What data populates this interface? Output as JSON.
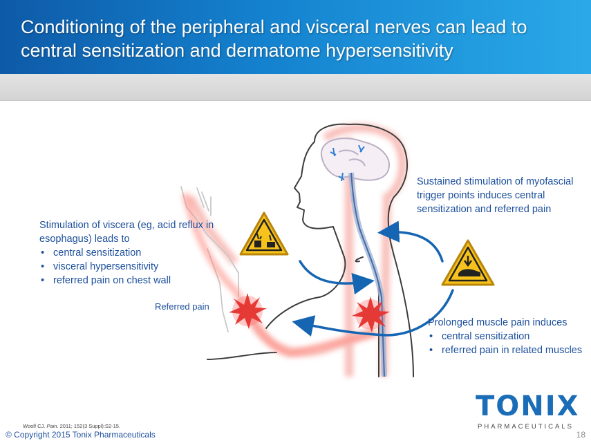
{
  "slide": {
    "title": "Conditioning of the peripheral and visceral nerves can lead to central sensitization and dermatome hypersensitivity",
    "page_number": "18"
  },
  "left_text": {
    "intro": "Stimulation of viscera (eg, acid reflux in esophagus) leads to",
    "bullets": [
      "central sensitization",
      "visceral hypersensitivity",
      "referred pain on chest wall"
    ]
  },
  "referred_label": "Referred pain",
  "right_top_text": "Sustained stimulation of myofascial trigger points induces central sensitization and referred pain",
  "right_bottom_text": {
    "intro": "Prolonged muscle pain induces",
    "bullets": [
      "central sensitization",
      "referred pain in related muscles"
    ]
  },
  "footer": {
    "citation_author": "Woolf CJ. ",
    "citation_journal": "Pain",
    "citation_rest": ". 2011; 152(3 Suppl):S2-15.",
    "copyright": "© Copyright 2015 Tonix Pharmaceuticals"
  },
  "logo": {
    "word": "TONIX",
    "sub": "PHARMACEUTICALS"
  },
  "colors": {
    "header_start": "#0e5aa7",
    "header_end": "#2aa9e8",
    "text_blue": "#1c4f9c",
    "arrow_blue": "#1565b3",
    "nerve_glow": "#ef5350",
    "warning_yellow": "#f7c21b"
  },
  "icons": [
    "chemical-hazard-warning-icon",
    "crushing-hand-warning-icon",
    "pain-burst-icon"
  ]
}
